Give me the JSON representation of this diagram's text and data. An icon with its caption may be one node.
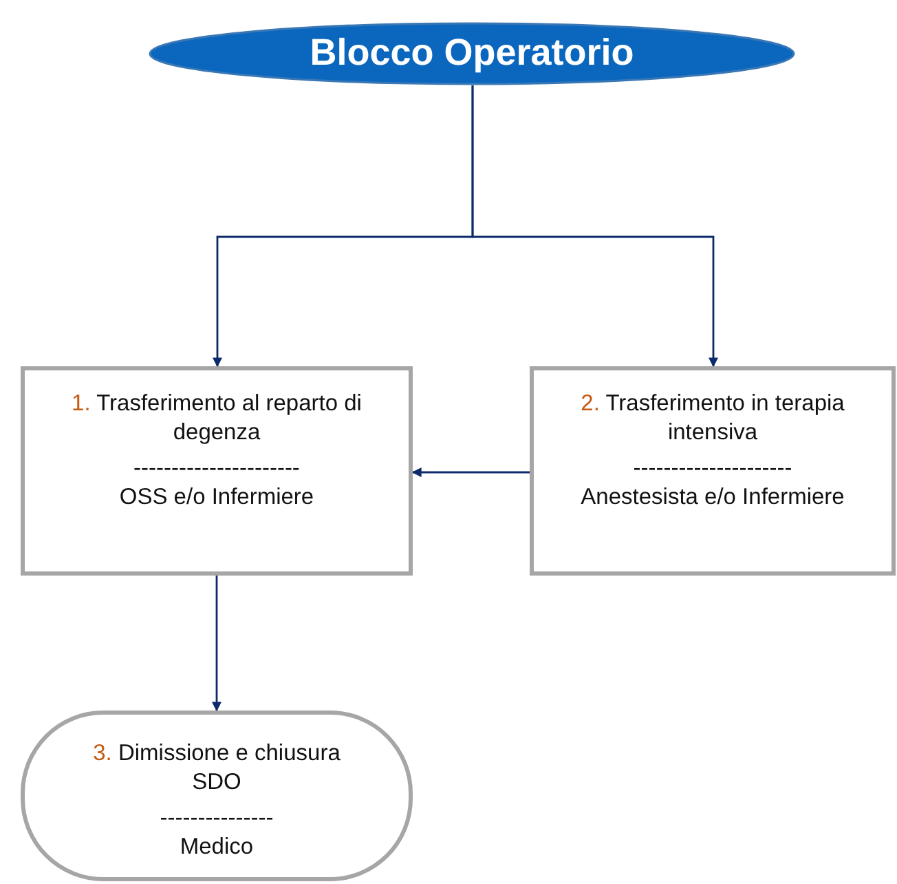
{
  "diagram": {
    "nodes": [
      {
        "text": [
          "Blocco Operatorio"
        ]
      },
      {
        "text": [
          "1.",
          "Trasferimento al reparto di degenza",
          "----------------------",
          "OSS e/o Infermiere"
        ]
      },
      {
        "text": [
          "2.",
          "Trasferimento in terapia intensiva",
          "---------------------",
          "Anestesista e/o Infermiere"
        ]
      },
      {
        "text": [
          "3.",
          "Dimissione e chiusura SDO",
          "---------------",
          "Medico"
        ]
      }
    ],
    "edges": [
      {
        "from": 0,
        "to": 1,
        "arrow": "to"
      },
      {
        "from": 0,
        "to": 2,
        "arrow": "to"
      },
      {
        "from": 2,
        "to": 1,
        "arrow": "to"
      },
      {
        "from": 1,
        "to": 3,
        "arrow": "to"
      }
    ]
  }
}
